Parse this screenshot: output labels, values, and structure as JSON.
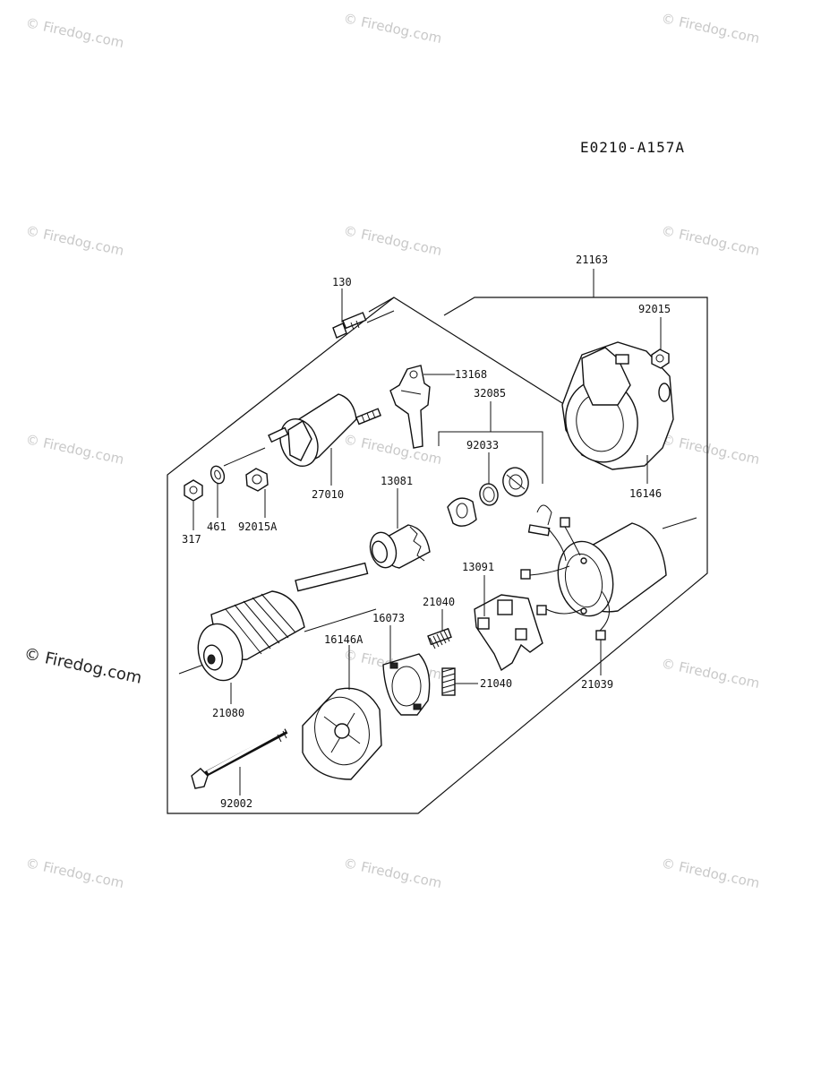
{
  "diagram_code": "E0210-A157A",
  "watermark_text": "© Firedog.com",
  "side_watermark_text": "© Firedog.com",
  "part_labels": {
    "p21163": "21163",
    "p130": "130",
    "p92015": "92015",
    "p13168": "13168",
    "p32085": "32085",
    "p92033": "92033",
    "p27010": "27010",
    "p13081": "13081",
    "p16146": "16146",
    "p317": "317",
    "p461": "461",
    "p92015A": "92015A",
    "p13091": "13091",
    "p21040a": "21040",
    "p16073": "16073",
    "p16146A": "16146A",
    "p21040b": "21040",
    "p21039": "21039",
    "p21080": "21080",
    "p92002": "92002"
  },
  "colors": {
    "line": "#111111",
    "watermark": "#c9c9c9",
    "background": "#ffffff"
  }
}
